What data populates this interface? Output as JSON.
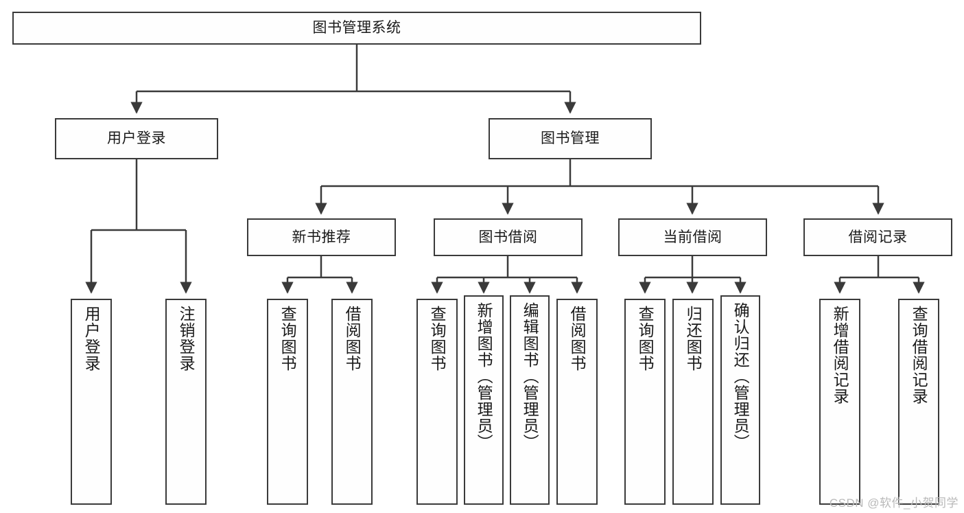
{
  "diagram": {
    "title": "图书管理系统",
    "type": "hierarchy-tree",
    "watermark": "CSDN @软件_小贺同学",
    "colors": {
      "stroke": "#3a3a3a",
      "fill": "#fefefe",
      "text": "#1a1a1a",
      "watermark": "#b9b9b9"
    },
    "root": {
      "label": "图书管理系统"
    },
    "level1": [
      {
        "label": "用户登录"
      },
      {
        "label": "图书管理"
      }
    ],
    "level2": [
      {
        "label": "新书推荐"
      },
      {
        "label": "图书借阅"
      },
      {
        "label": "当前借阅"
      },
      {
        "label": "借阅记录"
      }
    ],
    "leaves": {
      "user_login": [
        {
          "label": "用户登录"
        },
        {
          "label": "注销登录"
        }
      ],
      "new_book_recommend": [
        {
          "label": "查询图书"
        },
        {
          "label": "借阅图书"
        }
      ],
      "book_borrow": [
        {
          "label": "查询图书"
        },
        {
          "label": "新增图书（管理员）"
        },
        {
          "label": "编辑图书（管理员）"
        },
        {
          "label": "借阅图书"
        }
      ],
      "current_borrow": [
        {
          "label": "查询图书"
        },
        {
          "label": "归还图书"
        },
        {
          "label": "确认归还（管理员）"
        }
      ],
      "borrow_record": [
        {
          "label": "新增借阅记录"
        },
        {
          "label": "查询借阅记录"
        }
      ]
    }
  }
}
